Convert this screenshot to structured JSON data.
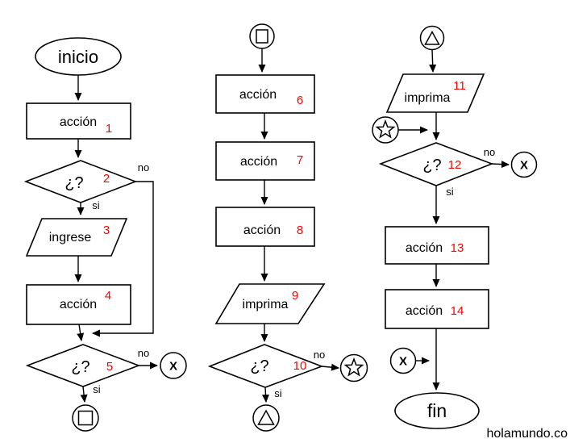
{
  "colors": {
    "line": "#000000",
    "number": "#ff0000",
    "background": "#ffffff"
  },
  "branch_labels": {
    "no": "no",
    "si": "si"
  },
  "connector_x_label": "X",
  "watermark": "holamundo.co",
  "columns": {
    "left": {
      "start": {
        "label": "inicio"
      },
      "accion1": {
        "label": "acción",
        "number": "1"
      },
      "decision2": {
        "label": "¿?",
        "number": "2"
      },
      "ingrese3": {
        "label": "ingrese",
        "number": "3"
      },
      "accion4": {
        "label": "acción",
        "number": "4"
      },
      "decision5": {
        "label": "¿?",
        "number": "5"
      }
    },
    "middle": {
      "accion6": {
        "label": "acción",
        "number": "6"
      },
      "accion7": {
        "label": "acción",
        "number": "7"
      },
      "accion8": {
        "label": "acción",
        "number": "8"
      },
      "imprima9": {
        "label": "imprima",
        "number": "9"
      },
      "decision10": {
        "label": "¿?",
        "number": "10"
      }
    },
    "right": {
      "imprima11": {
        "label": "imprima",
        "number": "11"
      },
      "decision12": {
        "label": "¿?",
        "number": "12"
      },
      "accion13": {
        "label": "acción",
        "number": "13"
      },
      "accion14": {
        "label": "acción",
        "number": "14"
      },
      "end": {
        "label": "fin"
      }
    }
  }
}
